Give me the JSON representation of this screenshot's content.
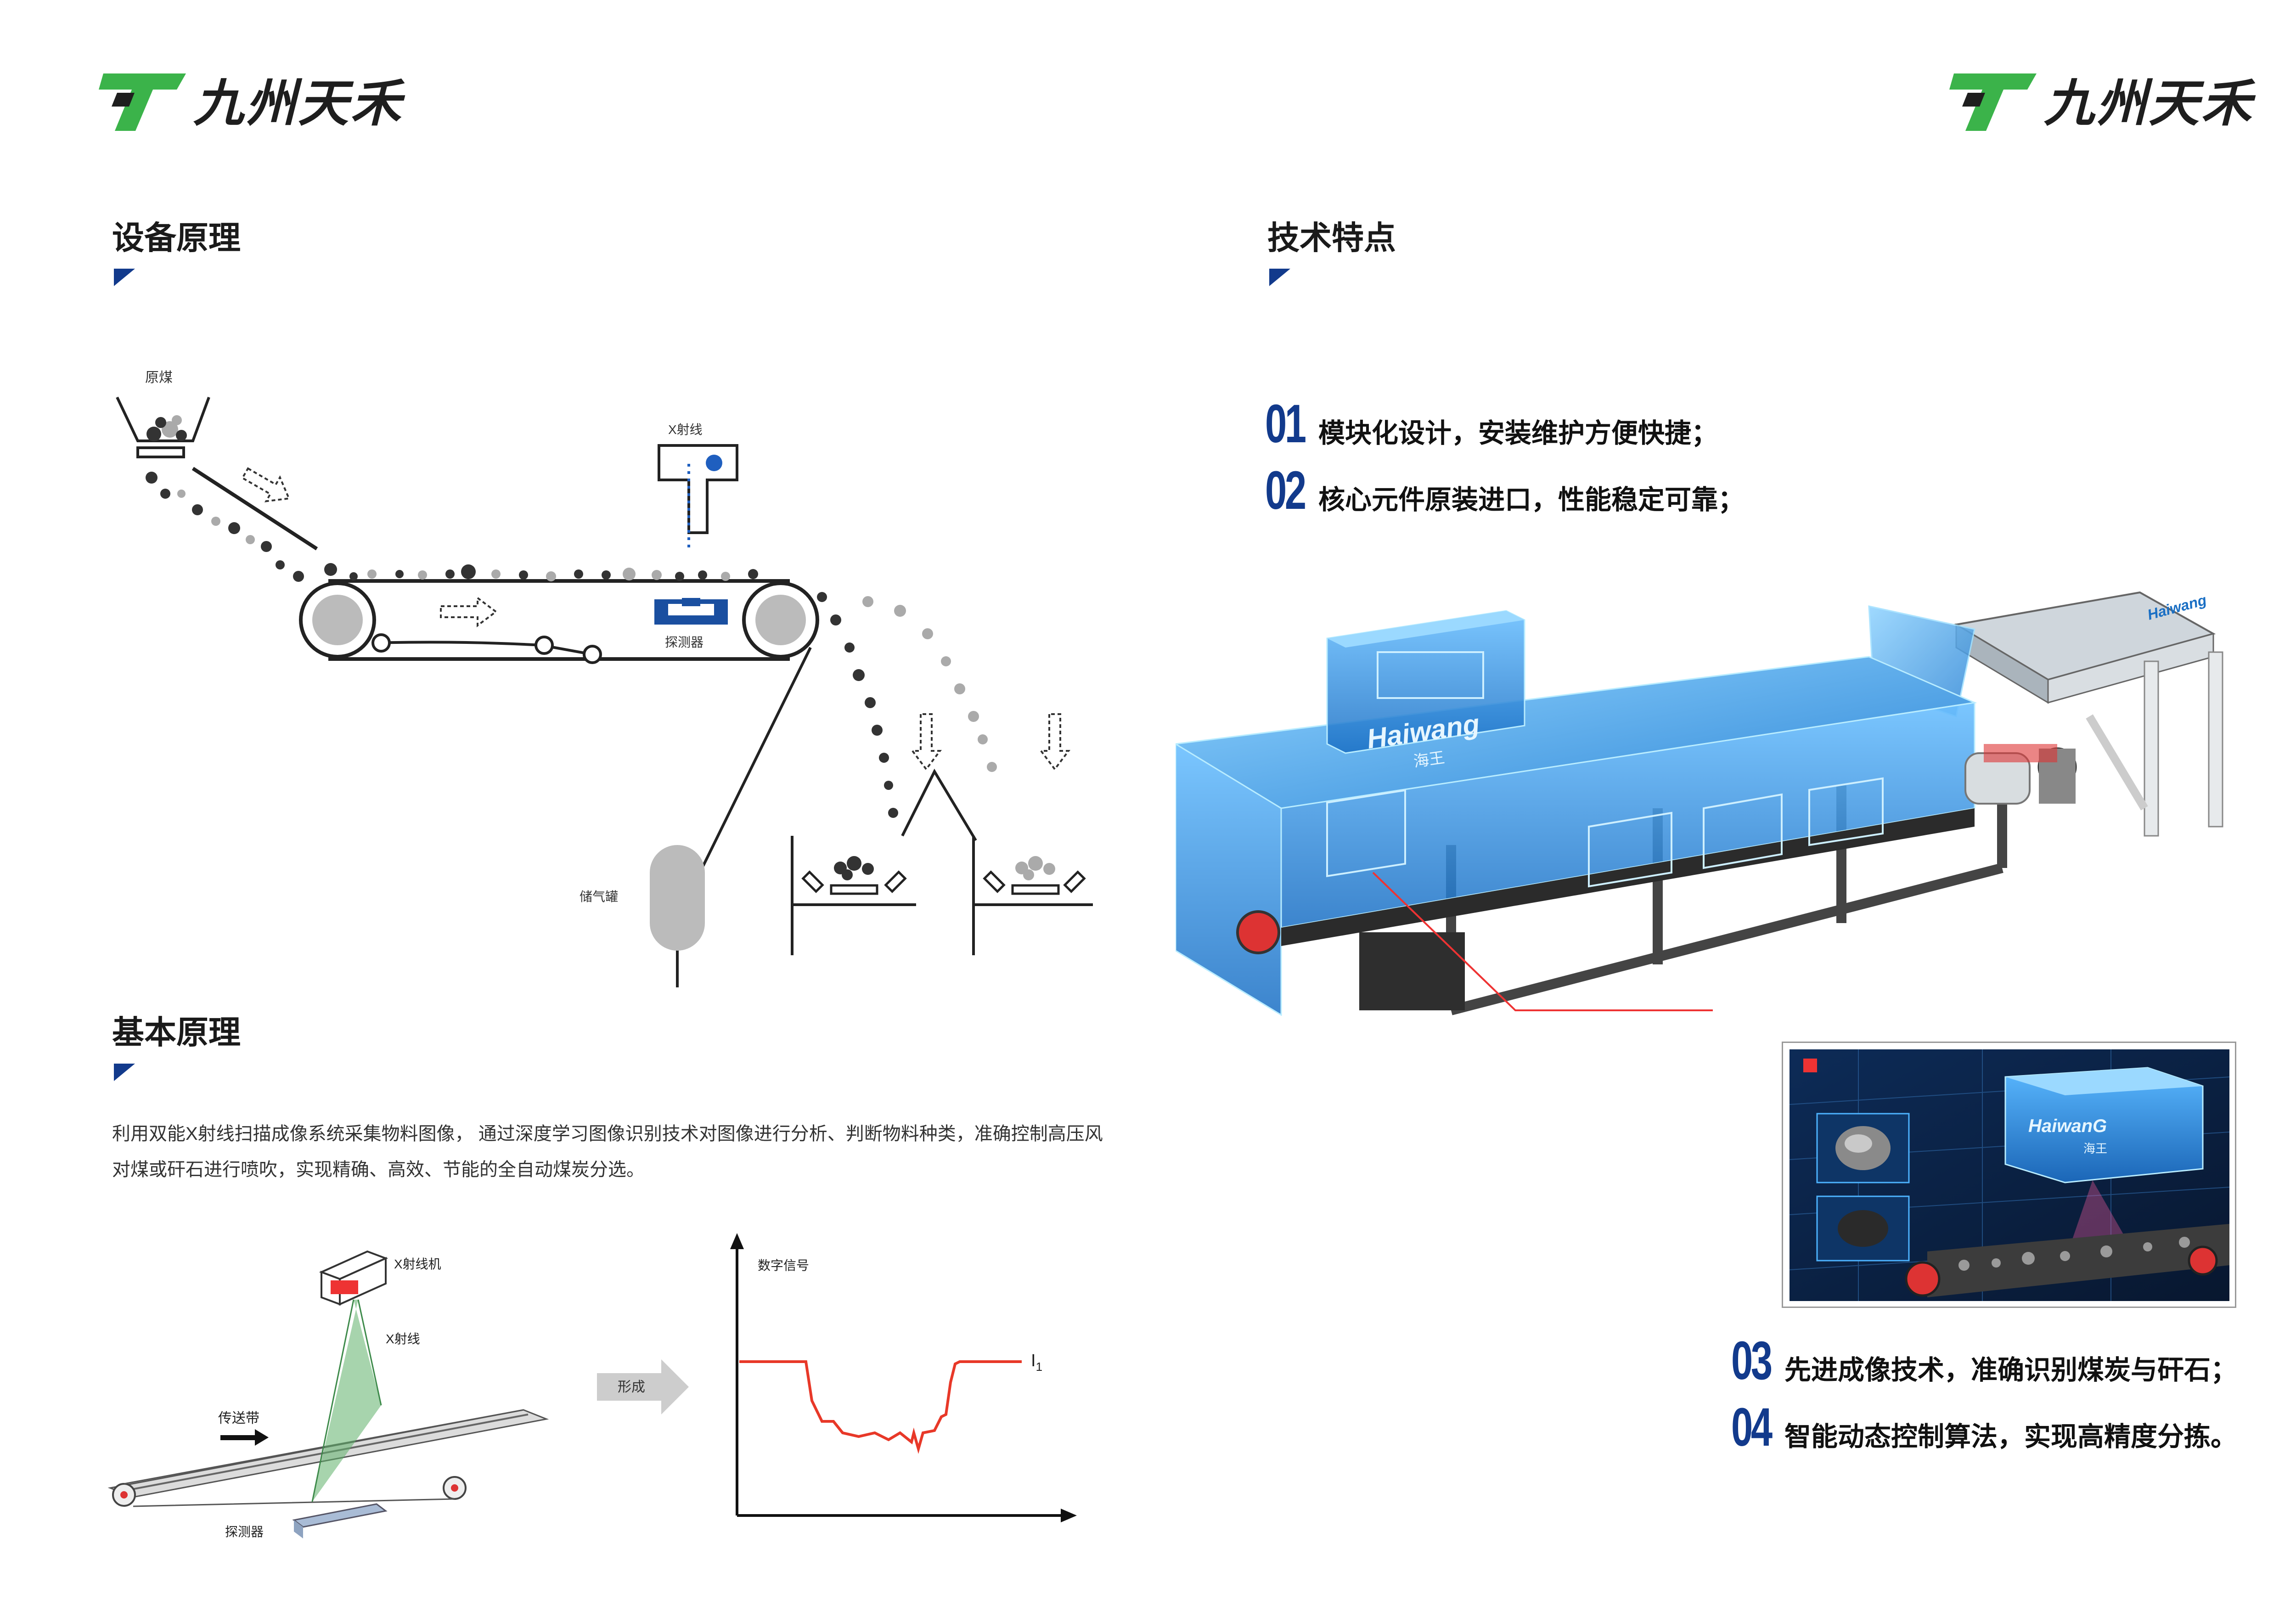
{
  "brand": {
    "name": "九州天禾",
    "colors": {
      "green": "#3bb34a",
      "dark": "#1e1e1e",
      "navy": "#123a8c",
      "blue": "#1f5fbf"
    }
  },
  "left": {
    "section1_title": "设备原理",
    "diagram1": {
      "raw_coal": "原煤",
      "xray": "X射线",
      "detector": "探测器",
      "gas_tank": "储气罐"
    },
    "section2_title": "基本原理",
    "paragraph": "利用双能X射线扫描成像系统采集物料图像， 通过深度学习图像识别技术对图像进行分析、判断物料种类，准确控制高压风对煤或矸石进行喷吹，实现精确、高效、节能的全自动煤炭分选。",
    "diagram2": {
      "xray_machine": "X射线机",
      "xray": "X射线",
      "conveyor": "传送带",
      "detector": "探测器",
      "forms": "形成",
      "digital_signal": "数字信号",
      "i1": "I",
      "i1_sub": "1"
    }
  },
  "right": {
    "section_title": "技术特点",
    "features": [
      {
        "num": "01",
        "text": "模块化设计，安装维护方便快捷；"
      },
      {
        "num": "02",
        "text": "核心元件原装进口，性能稳定可靠；"
      },
      {
        "num": "03",
        "text": "先进成像技术，准确识别煤炭与矸石；"
      },
      {
        "num": "04",
        "text": "智能动态控制算法，实现高精度分拣。"
      }
    ],
    "machine_brand": "Haiwang",
    "machine_cn": "海王",
    "inset_brand": "HaiwanG",
    "inset_cn": "海王"
  }
}
